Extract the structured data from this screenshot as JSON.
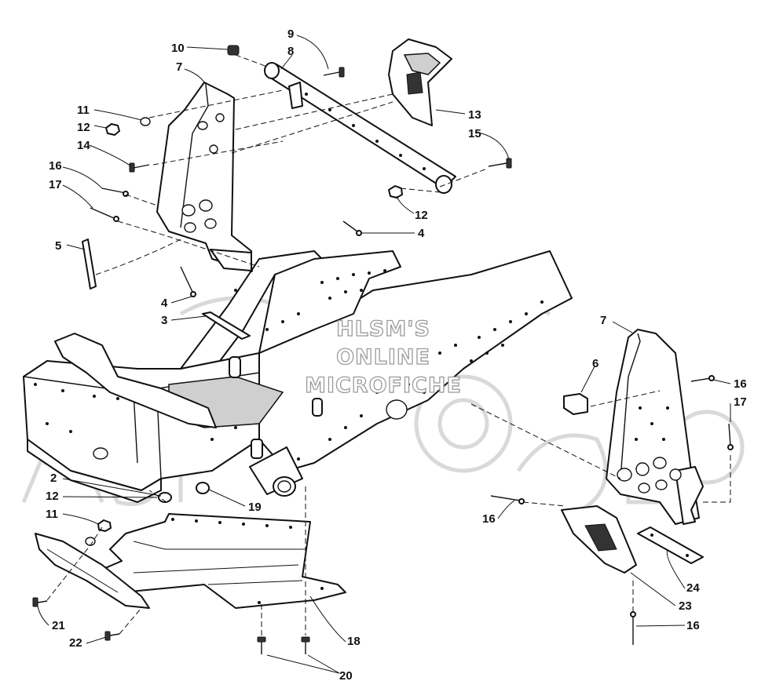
{
  "watermark": {
    "lines": [
      "HLSM'S",
      "ONLINE",
      "MICROFICHE"
    ]
  },
  "callouts": [
    {
      "id": "c-10a",
      "text": "10"
    },
    {
      "id": "c-9",
      "text": "9"
    },
    {
      "id": "c-8",
      "text": "8"
    },
    {
      "id": "c-7a",
      "text": "7"
    },
    {
      "id": "c-11a",
      "text": "11"
    },
    {
      "id": "c-12a",
      "text": "12"
    },
    {
      "id": "c-14",
      "text": "14"
    },
    {
      "id": "c-16a",
      "text": "16"
    },
    {
      "id": "c-17a",
      "text": "17"
    },
    {
      "id": "c-5",
      "text": "5"
    },
    {
      "id": "c-13",
      "text": "13"
    },
    {
      "id": "c-15",
      "text": "15"
    },
    {
      "id": "c-12b",
      "text": "12"
    },
    {
      "id": "c-4a",
      "text": "4"
    },
    {
      "id": "c-4b",
      "text": "4"
    },
    {
      "id": "c-3",
      "text": "3"
    },
    {
      "id": "c-7b",
      "text": "7"
    },
    {
      "id": "c-6",
      "text": "6"
    },
    {
      "id": "c-16b",
      "text": "16"
    },
    {
      "id": "c-17b",
      "text": "17"
    },
    {
      "id": "c-2",
      "text": "2"
    },
    {
      "id": "c-12c",
      "text": "12"
    },
    {
      "id": "c-19",
      "text": "19"
    },
    {
      "id": "c-11b",
      "text": "11"
    },
    {
      "id": "c-16c",
      "text": "16"
    },
    {
      "id": "c-24",
      "text": "24"
    },
    {
      "id": "c-23",
      "text": "23"
    },
    {
      "id": "c-16d",
      "text": "16"
    },
    {
      "id": "c-21",
      "text": "21"
    },
    {
      "id": "c-22",
      "text": "22"
    },
    {
      "id": "c-18",
      "text": "18"
    },
    {
      "id": "c-20",
      "text": "20"
    }
  ]
}
